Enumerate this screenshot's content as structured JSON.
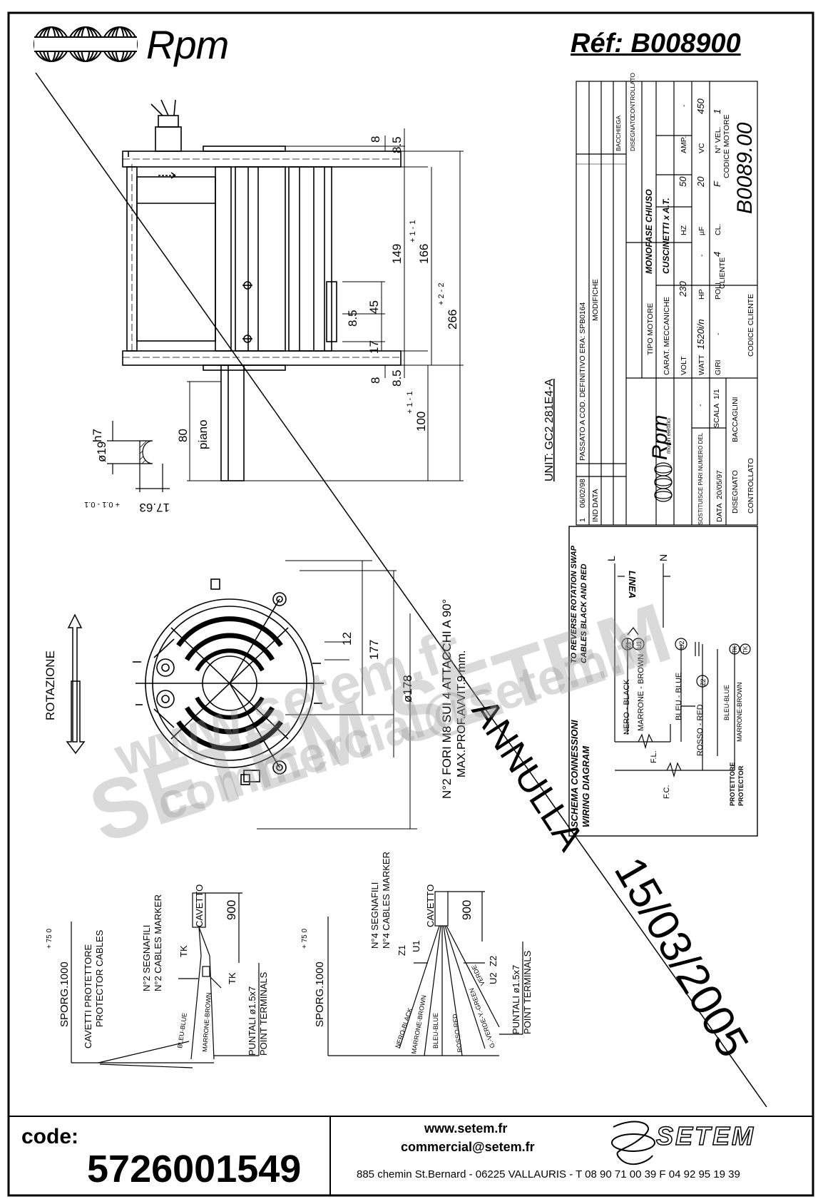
{
  "header": {
    "brand": "Rpm",
    "reference": "Réf:  B008900"
  },
  "side_view": {
    "dim_top": "8",
    "dim_top2": "8.5",
    "dim_149": "149",
    "dim_166": "166",
    "dim_166_tol": "+ 1\n- 1",
    "dim_266": "266",
    "dim_266_tol": "+ 2\n- 2",
    "dim_45": "45",
    "dim_8_5_mid": "8.5",
    "dim_17": "17",
    "dim_8_bottom": "8",
    "dim_8_5_bottom": "8.5",
    "dim_100": "100",
    "dim_100_tol": "+ 1\n- 1",
    "shaft_80": "80",
    "shaft_flat": "piano",
    "shaft_dia": "ø19",
    "shaft_fit": "h7",
    "shaft_17": "17.63",
    "shaft_17_tol": "+ 0.1\n- 0.1",
    "unit": "UNIT: GC2 281E4-A"
  },
  "front_view": {
    "rotation": "ROTAZIONE",
    "dim_12": "12",
    "dim_177": "177",
    "dim_178": "ø178",
    "holes_it": "N°2 FORI M8 SUI 4 ATTACCHI A 90°",
    "holes_depth": "MAX.PROF.AVVIT.9 mm."
  },
  "title_block": {
    "rev_row1": [
      "1",
      "06/02/98",
      "PASSATO A COD. DEFINITIVO ERA: SPB0164"
    ],
    "col_ind": "IND",
    "col_data": "DATA",
    "col_modifiche": "MODIFICHE",
    "col_bacchiega": "BACCHIEGA",
    "col_disegnato": "DISEGNATO",
    "col_controllato": "CONTROLLATO",
    "tipo_motore_label": "TIPO MOTORE",
    "tipo_motore": "MONOFASE CHIUSO",
    "carat_label": "CARAT. MECCANICHE",
    "carat": "CUSCINETTI x A.T.",
    "volt_label": "VOLT",
    "volt": "230",
    "hz_label": "HZ",
    "hz": "50",
    "amp_label": "AMP.",
    "amp": "-",
    "watt_label": "WATT",
    "watt": "1520i/n",
    "hp_label": "HP",
    "hp": "-",
    "uf_label": "µF",
    "uf": "20",
    "vc_label": "VC",
    "vc": "450",
    "giri_label": "GIRI",
    "giri": "-",
    "poli_label": "POLI",
    "poli": "4",
    "cl_label": "CL.",
    "cl": "F",
    "vel_label": "N° VEL.",
    "vel": "1",
    "cliente_label": "CLIENTE",
    "codice_motore_label": "CODICE MOTORE",
    "codice_motore": "B0089.00",
    "codice_cliente_label": "CODICE CLIENTE",
    "logo_sub": "motori elettrici",
    "sostituisce": "SOSTITUISCE PARI NUMERO DEL",
    "sostituisce_val": "-",
    "scala_label": "SCALA",
    "scala": "1/1",
    "data_label": "DATA",
    "data": "20/05/97",
    "disegnato_label": "DISEGNATO",
    "disegnato": "BACCAGLINI",
    "controllato_label": "CONTROLLATO"
  },
  "wiring": {
    "title_it": "SCHEMA CONNESSIONI",
    "title_en": "WIRING DIAGRAM",
    "note1": "TO REVERSE ROTATION SWAP",
    "note2": "CABLES BLACK AND RED",
    "linea": "LINEA",
    "l": "L",
    "n": "N",
    "z1": "Z1",
    "u1": "U1",
    "u2": "U2",
    "z2": "Z2",
    "tk1": "TK",
    "tk2": "TK",
    "nero": "NERO - BLACK",
    "marrone": "MARRONE - BROWN",
    "bleu": "BLEU - BLUE",
    "rosso": "ROSSO - RED",
    "fl": "F.L.",
    "fc": "F.C.",
    "protettore": "PROTETTORE",
    "protector": "PROTECTOR",
    "prot_bleu": "BLEU-BLUE",
    "prot_marrone": "MARRONE-BROWN"
  },
  "cable_left": {
    "sporg": "SPORG.1000",
    "sporg_tol": "+ 75\n  0",
    "prot_it": "CAVETTI PROTETTORE",
    "prot_en": "PROTECTOR CABLES",
    "segn_it": "N°2 SEGNAFILI",
    "segn_en": "N°2 CABLES MARKER",
    "tk": "TK",
    "tk2": "TK",
    "cavetto": "CAVETTO",
    "len": "900",
    "puntali_it": "PUNTALI ø1.5x7",
    "puntali_en": "POINT TERMINALS",
    "w_bleu": "BLEU-BLUE",
    "w_marrone": "MARRONE-BROWN"
  },
  "cable_right": {
    "sporg": "SPORG.1000",
    "sporg_tol": "+ 75\n  0",
    "segn_it": "N°4 SEGNAFILI",
    "segn_en": "N°4 CABLES MARKER",
    "z1": "Z1",
    "u1": "U1",
    "u2": "U2",
    "z2": "Z2",
    "cavetto": "CAVETTO",
    "len": "900",
    "puntali_it": "PUNTALI ø1.5x7",
    "puntali_en": "POINT TERMINALS",
    "w_nero": "NERO-BLACK",
    "w_marrone": "MARRONE-BROWN",
    "w_bleu": "BLEU-BLUE",
    "w_rosso": "ROSSO-RED",
    "w_giallo": "G.-VERDE-Y.-GREEN",
    "w_verde": "VERDE"
  },
  "annulla": {
    "word": "ANNULLA",
    "date": "15/03/2005"
  },
  "watermark": {
    "w1": "www.setem.fr",
    "w2": "SETEM SETEM",
    "w3": "commercial@setem.fr"
  },
  "footer": {
    "code_label": "code:",
    "code": "5726001549",
    "web": "www.setem.fr",
    "mail": "commercial@setem.fr",
    "address": "885 chemin St.Bernard  -  06225 VALLAURIS  -  T 08 90 71 00 39  F 04 92 95 19 39",
    "brand": "SETEM"
  }
}
